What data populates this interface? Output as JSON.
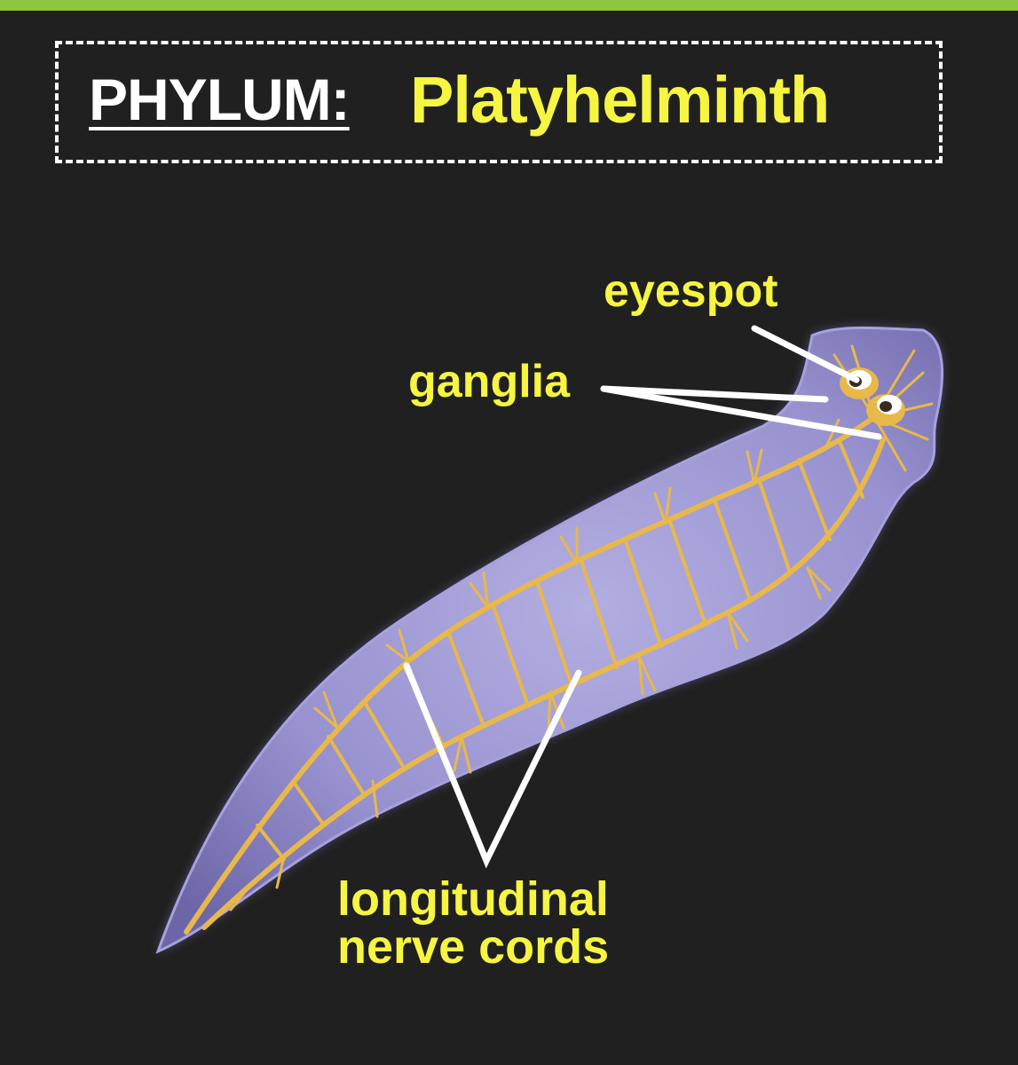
{
  "title": {
    "label": "PHYLUM:",
    "value": "Platyhelminth"
  },
  "labels": {
    "eyespot": "eyespot",
    "ganglia": "ganglia",
    "nerve_cords_line1": "longitudinal",
    "nerve_cords_line2": "nerve cords"
  },
  "colors": {
    "background": "#202020",
    "accent_strip": "#8dc63f",
    "label_yellow": "#f5f542",
    "body_purple": "#8c86c4",
    "nerve_gold": "#e8b84a"
  },
  "icons": {
    "organism": "flatworm-illustration"
  }
}
